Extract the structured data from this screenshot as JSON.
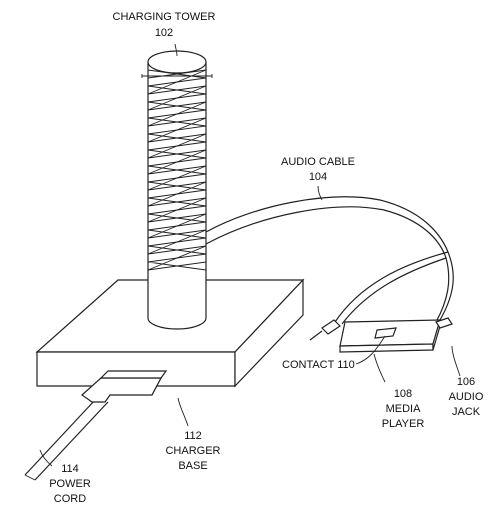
{
  "labels": {
    "tower_name": "CHARGING TOWER",
    "tower_num": "102",
    "cable_name": "AUDIO CABLE",
    "cable_num": "104",
    "contact": "CONTACT 110",
    "player_num": "108",
    "player_l1": "MEDIA",
    "player_l2": "PLAYER",
    "jack_num": "106",
    "jack_l1": "AUDIO",
    "jack_l2": "JACK",
    "base_num": "112",
    "base_l1": "CHARGER",
    "base_l2": "BASE",
    "cord_num": "114",
    "cord_l1": "POWER",
    "cord_l2": "CORD"
  }
}
